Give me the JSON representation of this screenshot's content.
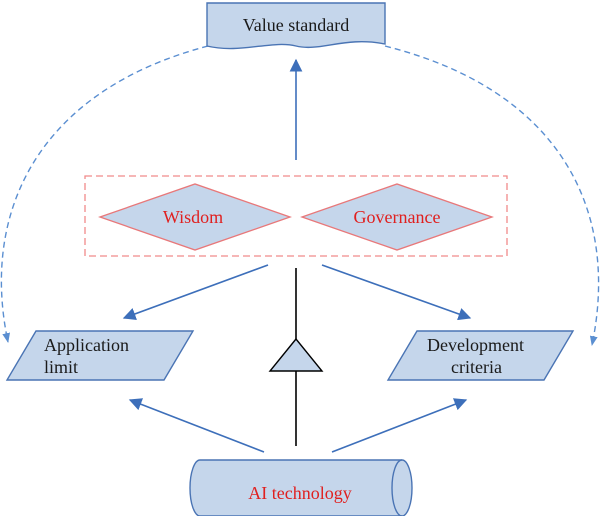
{
  "nodes": {
    "value_standard": "Value standard",
    "wisdom": "Wisdom",
    "governance": "Governance",
    "application_limit": [
      "Application",
      "limit"
    ],
    "development_criteria": [
      "Development",
      "criteria"
    ],
    "ai_technology": "AI technology"
  },
  "colors": {
    "shape_fill": "#c5d6eb",
    "shape_stroke": "#4a74b4",
    "arrow": "#3d6fba",
    "dashed_arrow": "#5b8fd1",
    "diamond_stroke": "#e8787a",
    "diamond_text": "#e0201f",
    "dashed_box": "#f08a8a",
    "black_line": "#000000",
    "text": "#1a1a1a"
  }
}
